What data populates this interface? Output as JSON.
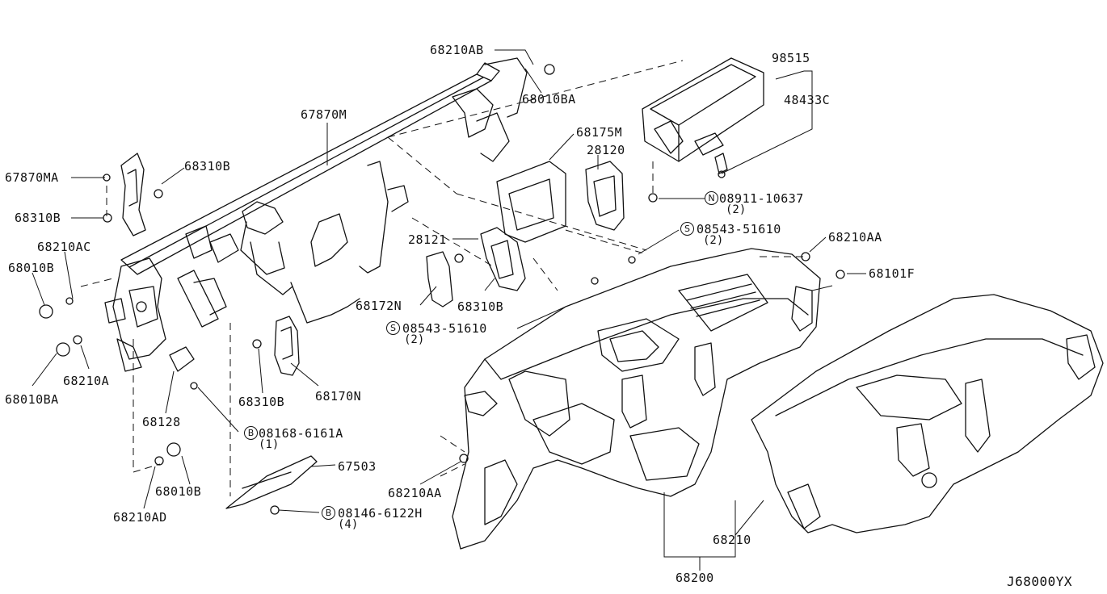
{
  "parts": {
    "p68210AB": "68210AB",
    "p68010BA_top": "68010BA",
    "p67870M": "67870M",
    "p98515": "98515",
    "p48433C": "48433C",
    "p67870MA": "67870MA",
    "p68310B_1": "68310B",
    "p68310B_2": "68310B",
    "p68310B_3": "68310B",
    "p68310B_4": "68310B",
    "p68175M": "68175M",
    "p28120": "28120",
    "p08911": "08911-10637",
    "p08911_qty": "(2)",
    "p08543_a": "08543-51610",
    "p08543_a_qty": "(2)",
    "p68210AC": "68210AC",
    "p68010B_left": "68010B",
    "p68210AA_right": "68210AA",
    "p68101F": "68101F",
    "p28121": "28121",
    "p68172N": "68172N",
    "p08543_b": "08543-51610",
    "p08543_b_qty": "(2)",
    "p68010BA_left": "68010BA",
    "p68210A": "68210A",
    "p68170N": "68170N",
    "p68128": "68128",
    "p08168": "08168-6161A",
    "p08168_qty": "(1)",
    "p67503": "67503",
    "p68210AA_low": "68210AA",
    "p68010B_low": "68010B",
    "p68210AD": "68210AD",
    "p08146": "08146-6122H",
    "p08146_qty": "(4)",
    "p68210": "68210",
    "p68200": "68200",
    "diagram_code": "J68000YX"
  },
  "badges": {
    "N": "N",
    "S1": "S",
    "S2": "S",
    "B1": "B",
    "B2": "B"
  },
  "colors": {
    "line": "#111111",
    "background": "#ffffff"
  }
}
